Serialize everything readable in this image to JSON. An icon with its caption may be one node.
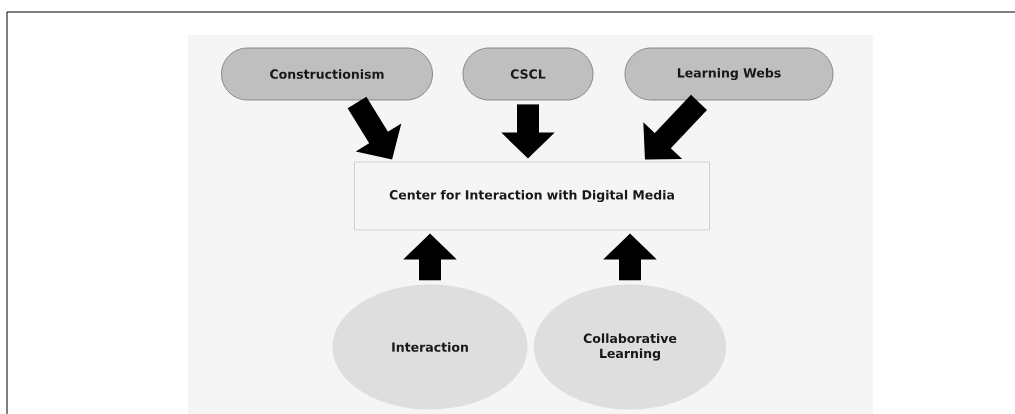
{
  "diagram": {
    "nodes": [
      {
        "text": [
          "Constructionism"
        ]
      },
      {
        "text": [
          "CSCL"
        ]
      },
      {
        "text": [
          "Learning Webs"
        ]
      },
      {
        "text": [
          "Center for Interaction with Digital Media"
        ]
      },
      {
        "text": [
          "Interaction"
        ]
      },
      {
        "text": [
          "Collaborative Learning"
        ]
      }
    ],
    "edges": [
      {
        "from": 0,
        "to": 3,
        "arrow": "to"
      },
      {
        "from": 1,
        "to": 3,
        "arrow": "to"
      },
      {
        "from": 2,
        "to": 3,
        "arrow": "to"
      },
      {
        "from": 4,
        "to": 3,
        "arrow": "to"
      },
      {
        "from": 5,
        "to": 3,
        "arrow": "to"
      }
    ]
  }
}
